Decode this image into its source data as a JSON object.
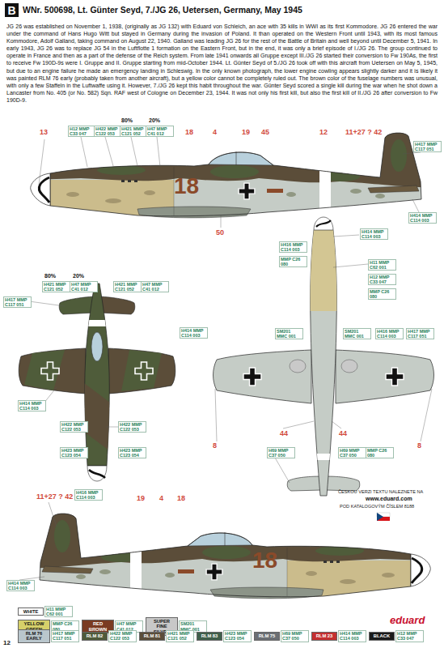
{
  "diagram": {
    "title": "WNr. 500698, Lt. Günter Seyd, 7./JG 26, Uetersen, Germany, May 1945",
    "nodes": [
      {
        "text": [
          "B"
        ]
      }
    ],
    "labels": [
      "JG 26 was established on November 1, 1938, (originally as JG 132) with Eduard von Schleich, an ace with 35 kills in WWI as its first Kommodore. JG 26 entered the war under the command of Hans Hugo Witt but stayed in Germany during the invasion of Poland. It than operated on the Western Front until 1943, with its most famous Kommodore, Adolf Galland, taking command on August 22, 1940. Galland was leading JG 26 for the rest of the Battle of Britain and well beyond until December 5, 1941. In early 1943, JG 26 was to replace JG 54 in the Luftflotte 1 formation on the Eastern Front, but in the end, it was only a brief episode of I./JG 26. The group continued to operate in France and then as a part of the defense of the Reich system. From late 1941 onwards all Gruppe except III./JG 26 started their conversion to Fw 190As, the first to receive Fw 190D-9s were I. Gruppe and II. Gruppe starting from mid-October 1944. Lt. Günter Seyd of 5./JG 26 took off with this aircraft from Uetersen on May 5, 1945, but due to an engine failure he made an emergency landing in Schleswig. In the only known photograph, the lower engine cowling appears slightly darker and it is likely it was painted RLM 76 early (probably taken from another aircraft), but a yellow color cannot be completely ruled out. The brown color of the fuselage numbers was unusual, with only a few Staffeln in the Luftwaffe using it. However, 7./JG 26 kept this habit throughout the war. Günter Seyd scored a single kill during the war when he shot down a Lancaster from No. 405 (or No. 582) Sqn. RAF west of Cologne on December 23, 1944. It was not only his first kill, but also the first kill of II./JG 26 after conversion to Fw 190D-9.",
      "13",
      "H12 MMP C33 047",
      "H422 MMP C122 053",
      "80%",
      "20%",
      "H421 MMP C121 052",
      "H47 MMP C41 012",
      "18",
      "4",
      "19",
      "45",
      "12",
      "11+27 ? 42",
      "H417 MMP C117 051",
      "18",
      "H414 MMP C114 003",
      "50",
      "H416 MMP C114 003",
      "MMP C26 080",
      "80%",
      "20%",
      "H421 MMP C121 052",
      "H47 MMP C41 012",
      "H417 MMP C117 051",
      "H421 MMP C121 052",
      "H47 MMP C41 012",
      "H414 MMP C114 003",
      "H414 MMP C114 003",
      "H422 MMP C122 053",
      "H422 MMP C122 053",
      "H423 MMP C123 054",
      "H423 MMP C123 054",
      "H414 MMP C114 003",
      "H11 MMP C62 001",
      "H12 MMP C33 047",
      "MMP C26 080",
      "SM201 MMC 001",
      "SM201 MMC 001",
      "H416 MMP C114 003",
      "H417 MMP C117 051",
      "8",
      "44",
      "44",
      "8",
      "H69 MMP C37 050",
      "H69 MMP C37 050",
      "MMP C26 080",
      "11+27 ? 42",
      "H416 MMP C114 003",
      "19",
      "4",
      "18",
      "18",
      "H414 MMP C114 003",
      "ČESKOU VERZI TEXTU NALEZNETE NA",
      "www.eduard.com",
      "POD KATALOGOVÝM ČÍSLEM 8188",
      "H11 MMP C62 001",
      "MMP C26 080",
      "H47 MMP C41 012",
      "SM201 MMC 001",
      "H417 MMP C117 051",
      "H422 MMP C122 053",
      "H421 MMP C121 052",
      "H423 MMP C123 054",
      "H69 MMP C37 050",
      "H414 MMP C114 003",
      "H12 MMP C33 047",
      "eduard",
      "12"
    ],
    "legend": [
      {
        "text": "WHITE",
        "color": "#ffffff"
      },
      {
        "text": "YELLOW GREEN",
        "color": "#d6d06a"
      },
      {
        "text": "RED BROWN",
        "color": "#7a3a22"
      },
      {
        "text": "SUPER FINE SILVER",
        "color": "#c8c8c8"
      },
      {
        "text": "RLM 76 EARLY",
        "color": "#b9c6cc"
      },
      {
        "text": "RLM 82",
        "color": "#4f5a3a"
      },
      {
        "text": "RLM 81",
        "color": "#5b4e3a"
      },
      {
        "text": "RLM 83",
        "color": "#3f5e4a"
      },
      {
        "text": "RLM 75",
        "color": "#6b6f74"
      },
      {
        "text": "RLM 23",
        "color": "#c43030"
      },
      {
        "text": "BLACK",
        "color": "#1a1a1a"
      }
    ]
  }
}
